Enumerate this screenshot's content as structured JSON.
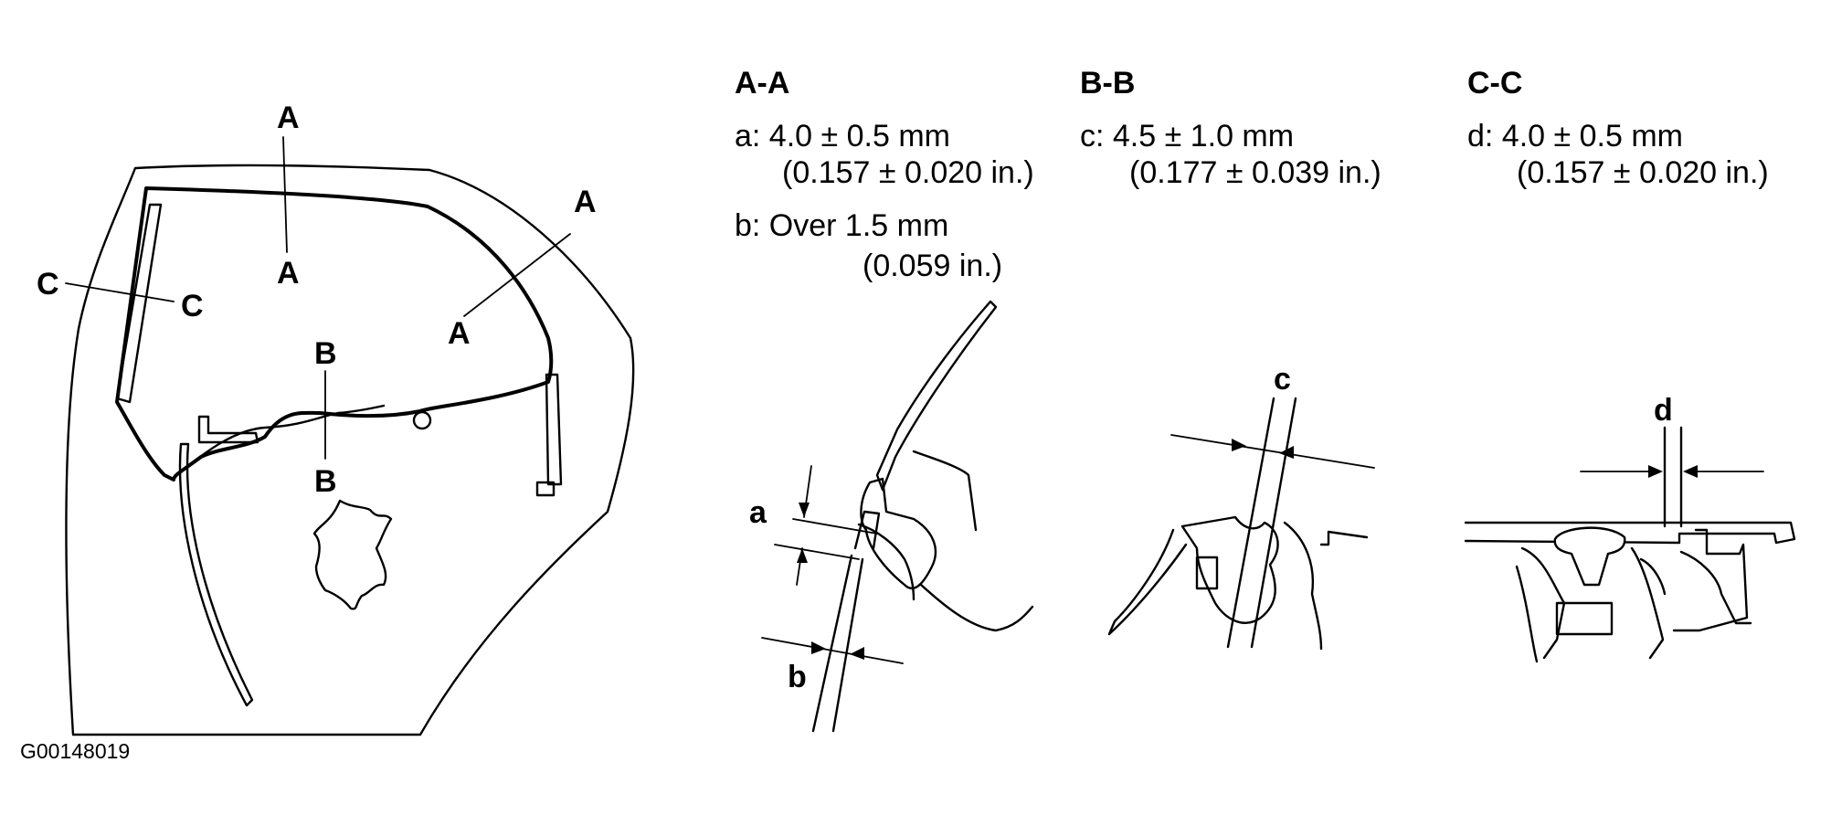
{
  "door": {
    "label_a_top1": "A",
    "label_a_top2": "A",
    "label_a_right1": "A",
    "label_a_right2": "A",
    "label_b_top": "B",
    "label_b_bottom": "B",
    "label_c_left": "C",
    "label_c_right": "C"
  },
  "sections": {
    "aa": {
      "title": "A-A",
      "spec_a_line1": "a:  4.0 ± 0.5 mm",
      "spec_a_line2": "(0.157 ± 0.020 in.)",
      "spec_b_line1": "b:  Over 1.5 mm",
      "spec_b_line2": "(0.059 in.)",
      "dim_a": "a",
      "dim_b": "b"
    },
    "bb": {
      "title": "B-B",
      "spec_c_line1": "c:  4.5 ± 1.0 mm",
      "spec_c_line2": "(0.177 ± 0.039 in.)",
      "dim_c": "c"
    },
    "cc": {
      "title": "C-C",
      "spec_d_line1": "d:  4.0 ± 0.5 mm",
      "spec_d_line2": "(0.157 ± 0.020 in.)",
      "dim_d": "d"
    }
  },
  "figure_code": "G00148019"
}
